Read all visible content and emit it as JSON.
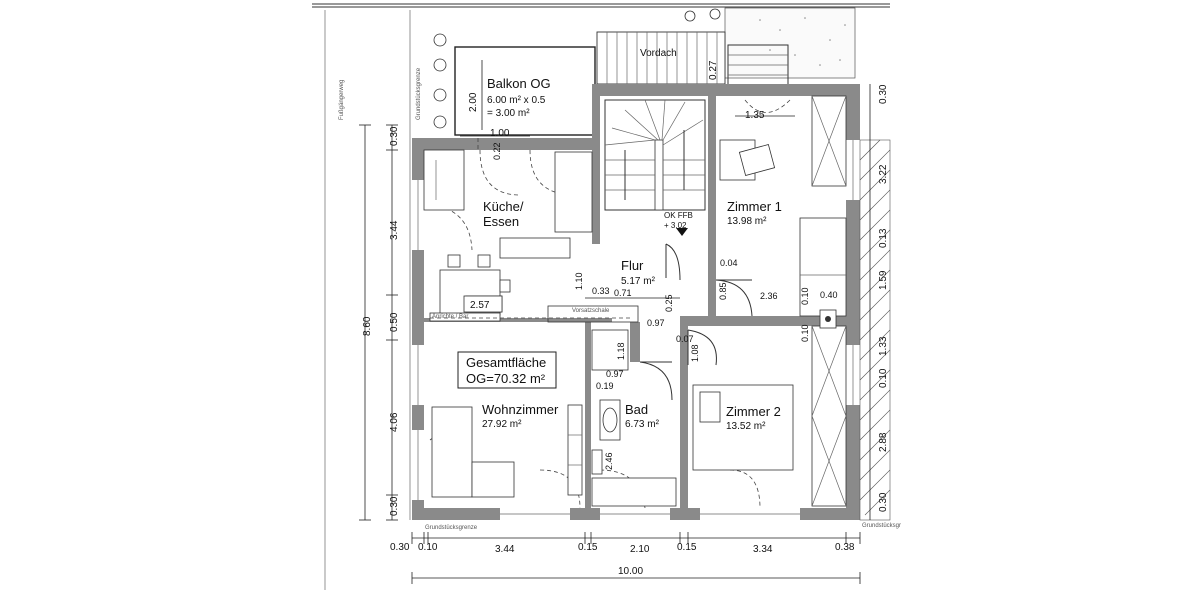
{
  "rooms": {
    "balkon": {
      "name": "Balkon OG",
      "dims": "6.00 m² x 0.5",
      "area": "= 3.00 m²"
    },
    "kueche": {
      "name_line1": "Küche/",
      "name_line2": "Essen"
    },
    "flur": {
      "name": "Flur",
      "area": "5.17 m²"
    },
    "zimmer1": {
      "name": "Zimmer 1",
      "area": "13.98 m²"
    },
    "zimmer2": {
      "name": "Zimmer 2",
      "area": "13.52 m²"
    },
    "wohn": {
      "name": "Wohnzimmer",
      "area": "27.92 m²"
    },
    "bad": {
      "name": "Bad",
      "area": "6.73 m²"
    }
  },
  "summary": {
    "line1": "Gesamtfläche",
    "line2": "OG=70.32 m²"
  },
  "labels": {
    "vordach": "Vordach",
    "ok_ffb": "OK FFB",
    "ok_ffb_value": "+ 3.02",
    "vorsatzschale": "Vorsatzschale",
    "grundstuecksgrenze_bottom_left": "Grundstücksgrenze",
    "grundstuecksgrenze_bottom_right": "Grundstücksgr",
    "grundstuecksgrenze_top": "Grundstücksgrenze",
    "fussweg": "Fußgängerweg",
    "kitchen_tiny": "Anrichte / Bar",
    "kitchen_box": "2.57"
  },
  "dimensions": {
    "bottom_chain": [
      "0.30",
      "0.10",
      "3.44",
      "0.15",
      "2.10",
      "0.15",
      "3.34",
      "0.38"
    ],
    "bottom_total": "10.00",
    "left_chain": [
      "0.30",
      "3.44",
      "0.50",
      "4.06",
      "0.30"
    ],
    "left_total": "8.60",
    "right_chain": [
      "0.30",
      "3.22",
      "0.13",
      "1.59",
      "1.33",
      "0.10",
      "2.88",
      "0.30"
    ],
    "interior": {
      "balkon_height": "2.00",
      "balkon_width": "1.00",
      "d_022": "0.22",
      "d_027": "0.27",
      "d_135": "1.35",
      "d_110": "1.10",
      "d_033": "0.33",
      "d_071": "0.71",
      "d_025": "0.25",
      "d_097a": "0.97",
      "d_004": "0.04",
      "d_085": "0.85",
      "d_236": "2.36",
      "d_010a": "0.10",
      "d_040": "0.40",
      "d_010b": "0.10",
      "d_007": "0.07",
      "d_108": "1.08",
      "d_118": "1.18",
      "d_097b": "0.97",
      "d_019": "0.19",
      "d_246": "2.46"
    }
  }
}
